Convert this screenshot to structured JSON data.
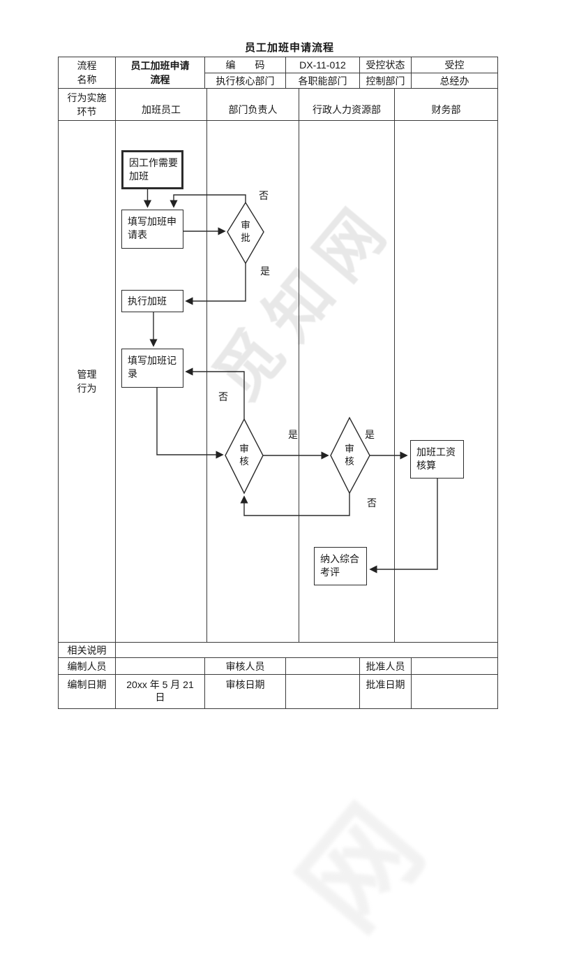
{
  "doc": {
    "title": "员工加班申请流程"
  },
  "info": {
    "name_label": "流程\n名称",
    "name_value": "员工加班申请\n流程",
    "code_label": "编　　码",
    "code_value": "DX-11-012",
    "state_label": "受控状态",
    "state_value": "受控",
    "core_dept_label": "执行核心部门",
    "core_dept_value": "各职能部门",
    "ctrl_dept_label": "控制部门",
    "ctrl_dept_value": "总经办"
  },
  "lanes": {
    "label": "行为实施\n环节",
    "names": [
      "加班员工",
      "部门负责人",
      "行政人力资源部",
      "财务部"
    ]
  },
  "flow": {
    "label": "管理\n行为",
    "nodes": {
      "start": "因工作需要\n加班",
      "fill_form": "填写加班申\n请表",
      "approve": "审\n批",
      "execute": "执行加班",
      "fill_record": "填写加班记\n录",
      "review1": "审\n核",
      "review2": "审\n核",
      "salary": "加班工资\n核算",
      "evaluate": "纳入综合\n考评"
    },
    "yes": "是",
    "no": "否"
  },
  "footer": {
    "remark_label": "相关说明",
    "maker_label": "编制人员",
    "reviewer_label": "审核人员",
    "approver_label": "批准人员",
    "make_date_label": "编制日期",
    "make_date_value": "20xx 年 5 月 21\n日",
    "review_date_label": "审核日期",
    "approve_date_label": "批准日期"
  },
  "watermark": {
    "text": "觅知网",
    "partial": "网"
  },
  "colors": {
    "border": "#3a3a3a",
    "line": "#2b2b2b",
    "text": "#161616",
    "watermark": "#d6d6d6"
  }
}
